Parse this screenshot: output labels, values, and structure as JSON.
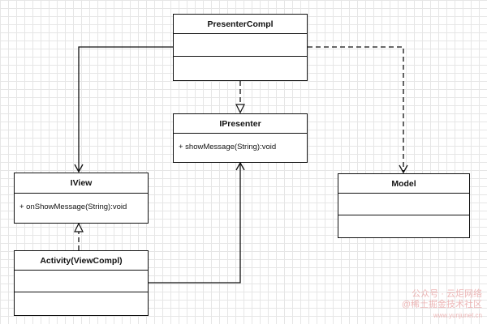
{
  "diagram": {
    "classes": [
      {
        "id": "presenter-compl",
        "name": "PresenterCompl",
        "operations": []
      },
      {
        "id": "ipresenter",
        "name": "IPresenter",
        "operations": [
          "+ showMessage(String):void"
        ]
      },
      {
        "id": "iview",
        "name": "IView",
        "operations": [
          "+ onShowMessage(String):void"
        ]
      },
      {
        "id": "model",
        "name": "Model",
        "operations": []
      },
      {
        "id": "activity",
        "name": "Activity(ViewCompl)",
        "operations": []
      }
    ],
    "relations": [
      {
        "from": "presenter-compl",
        "to": "iview",
        "type": "association"
      },
      {
        "from": "presenter-compl",
        "to": "ipresenter",
        "type": "realization"
      },
      {
        "from": "presenter-compl",
        "to": "model",
        "type": "dependency"
      },
      {
        "from": "activity",
        "to": "iview",
        "type": "realization"
      },
      {
        "from": "activity",
        "to": "ipresenter",
        "type": "association"
      }
    ]
  },
  "watermark": {
    "line1": "公众号 · 云炬网络",
    "line2": "@稀土掘金技术社区",
    "url": "www.yunjunet.cn",
    "color": "#e8a0a0"
  }
}
